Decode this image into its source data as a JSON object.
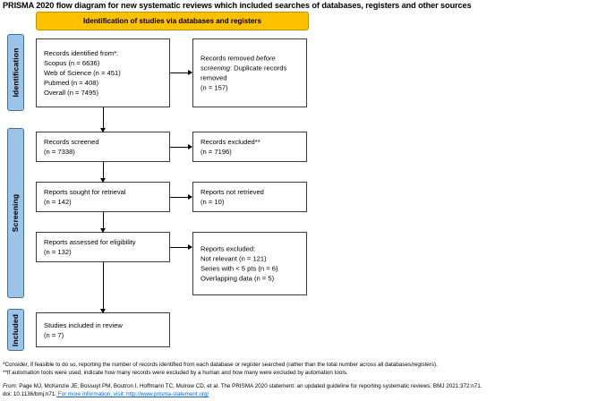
{
  "title": "PRISMA 2020 flow diagram for new systematic reviews which included searches of databases, registers and other sources",
  "banner": {
    "label": "Identification of studies via databases and registers",
    "color": "#FFC000"
  },
  "phases": {
    "identification": "Identification",
    "screening": "Screening",
    "included": "Included",
    "color": "#9DC3E6"
  },
  "boxes": {
    "identified": "Records identified from*:\n    Scopus (n = 6636)\n    Web of Science (n = 451)\n    Pubmed (n = 408)\n    Overall (n = 7495)",
    "removed_line1": "Records removed ",
    "removed_line1_em": "before",
    "removed_line2_em": "screening",
    "removed_line2_rest": ":",
    "removed_line3": "    Duplicate records removed\n    (n = 157)",
    "screened": "Records screened\n(n = 7338)",
    "excluded": "Records excluded**\n(n = 7196)",
    "sought": "Reports sought for retrieval\n(n = 142)",
    "not_retrieved": "Reports not retrieved\n(n = 10)",
    "assessed": "Reports assessed for eligibility\n(n = 132)",
    "reports_excluded": "Reports excluded:\n    Not relevant (n = 121)\n    Series with < 5 pts  (n = 6)\n    Overlapping data (n = 5)",
    "included": "Studies included in review\n(n = 7)"
  },
  "footnotes": {
    "line1": "*Consider, if feasible to do so, reporting the number of records identified from each database or register searched (rather than the total number across all databases/registers).",
    "line2": "**If automation tools were used, indicate how many records were excluded by a human and how many were excluded by automation tools.",
    "from_label": "From:",
    "citation": "  Page MJ, McKenzie JE, Bossuyt PM, Boutron I, Hoffmann TC, Mulrow CD, et al. The PRISMA 2020 statement: an updated guideline for reporting systematic reviews. BMJ 2021;372:n71.",
    "doi": "doi: 10.1136/bmj.n71.",
    "more_info": " For more information, visit: ",
    "url": "http://www.prisma-statement.org/"
  }
}
